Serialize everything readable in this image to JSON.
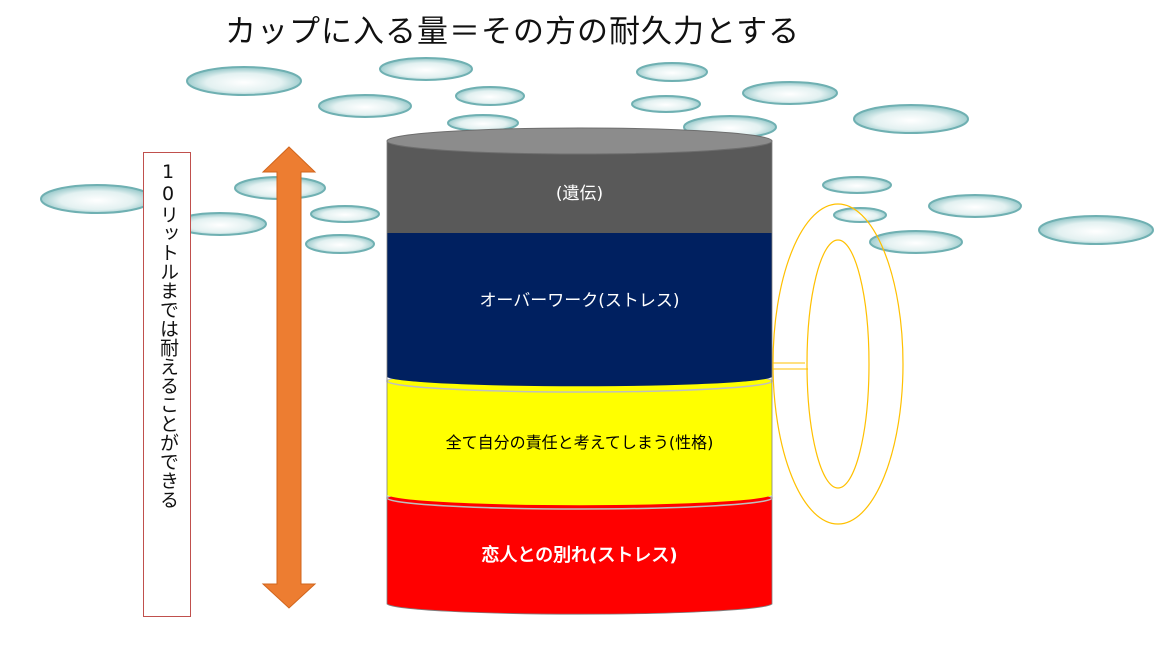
{
  "title": "カップに入る量＝その方の耐久力とする",
  "capacity_label": "10リットルまでは耐えることができる",
  "layers": [
    {
      "label": "(遺伝)",
      "fill": "#595959",
      "text_color": "#ffffff"
    },
    {
      "label": "オーバーワーク(ストレス)",
      "fill": "#002060",
      "text_color": "#ffffff"
    },
    {
      "label": "全て自分の責任と考えてしまう(性格)",
      "fill": "#ffff00",
      "text_color": "#000000"
    },
    {
      "label": "恋人との別れ(ストレス)",
      "fill": "#ff0000",
      "text_color": "#ffffff"
    }
  ],
  "colors": {
    "arrow": "#ed7d31",
    "handle": "#ffc000",
    "drop": "#7fbfbf",
    "cup_top": "#8c8c8c",
    "box_border": "#c0504d"
  }
}
